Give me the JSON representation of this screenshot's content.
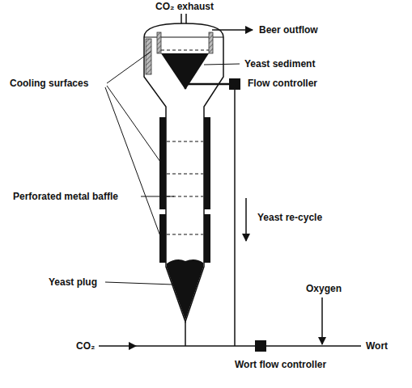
{
  "diagram": {
    "labels": [
      "CO₂ exhaust",
      "Beer outflow",
      "Yeast sediment",
      "Flow controller",
      "Cooling surfaces",
      "Perforated metal baffle",
      "Yeast re-cycle",
      "Yeast plug",
      "Oxygen",
      "CO₂",
      "Wort",
      "Wort flow controller"
    ]
  }
}
